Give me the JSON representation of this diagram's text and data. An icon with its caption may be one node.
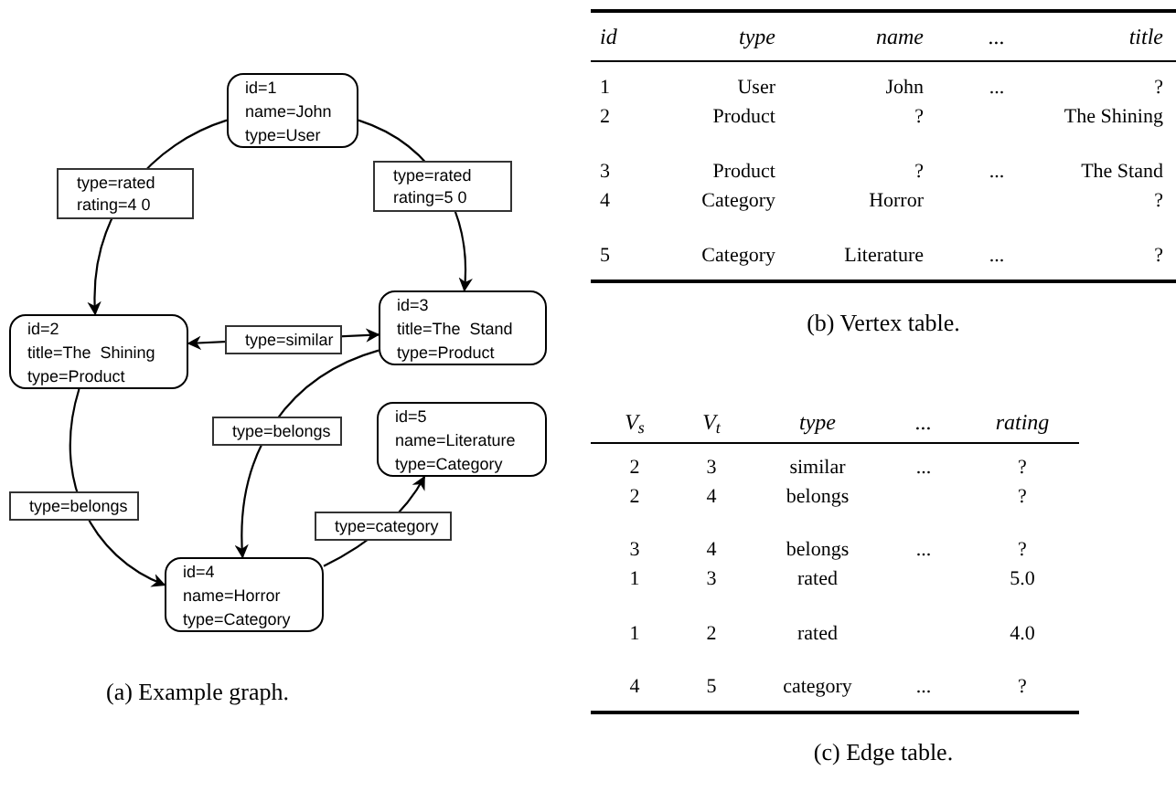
{
  "diagram": {
    "nodes": [
      {
        "text": [
          "id=1",
          "name=John",
          "type=User"
        ]
      },
      {
        "text": [
          "id=2",
          "title=The  Shining",
          "type=Product"
        ]
      },
      {
        "text": [
          "id=3",
          "title=The  Stand",
          "type=Product"
        ]
      },
      {
        "text": [
          "id=4",
          "name=Horror",
          "type=Category"
        ]
      },
      {
        "text": [
          "id=5",
          "name=Literature",
          "type=Category"
        ]
      }
    ],
    "edges": [
      {
        "from": 0,
        "to": 1,
        "arrow": "to",
        "label": "type=rated rating=4 0"
      },
      {
        "from": 0,
        "to": 2,
        "arrow": "to",
        "label": "type=rated rating=5 0"
      },
      {
        "from": 1,
        "to": 2,
        "arrow": "both",
        "label": "type=similar"
      },
      {
        "from": 2,
        "to": 3,
        "arrow": "to",
        "label": "type=belongs"
      },
      {
        "from": 1,
        "to": 3,
        "arrow": "to",
        "label": "type=belongs"
      },
      {
        "from": 3,
        "to": 4,
        "arrow": "to",
        "label": "type=category"
      }
    ],
    "labels": [
      "(a) Example graph.",
      "id",
      "type",
      "name",
      "...",
      "title",
      "1",
      "User",
      "John",
      "...",
      "?",
      "2",
      "Product",
      "?",
      "The Shining",
      "3",
      "Product",
      "?",
      "...",
      "The Stand",
      "4",
      "Category",
      "Horror",
      "?",
      "5",
      "Category",
      "Literature",
      "...",
      "?",
      "(b) Vertex table.",
      "V$_{s}$",
      "V$_{t}$",
      "type",
      "...",
      "rating",
      "2",
      "3",
      "similar",
      "...",
      "?",
      "2",
      "4",
      "belongs",
      "?",
      "3",
      "4",
      "belongs",
      "...",
      "?",
      "1",
      "3",
      "rated",
      "5.0",
      "1",
      "2",
      "rated",
      "4.0",
      "4",
      "5",
      "category",
      "...",
      "?",
      "(c) Edge table."
    ]
  }
}
